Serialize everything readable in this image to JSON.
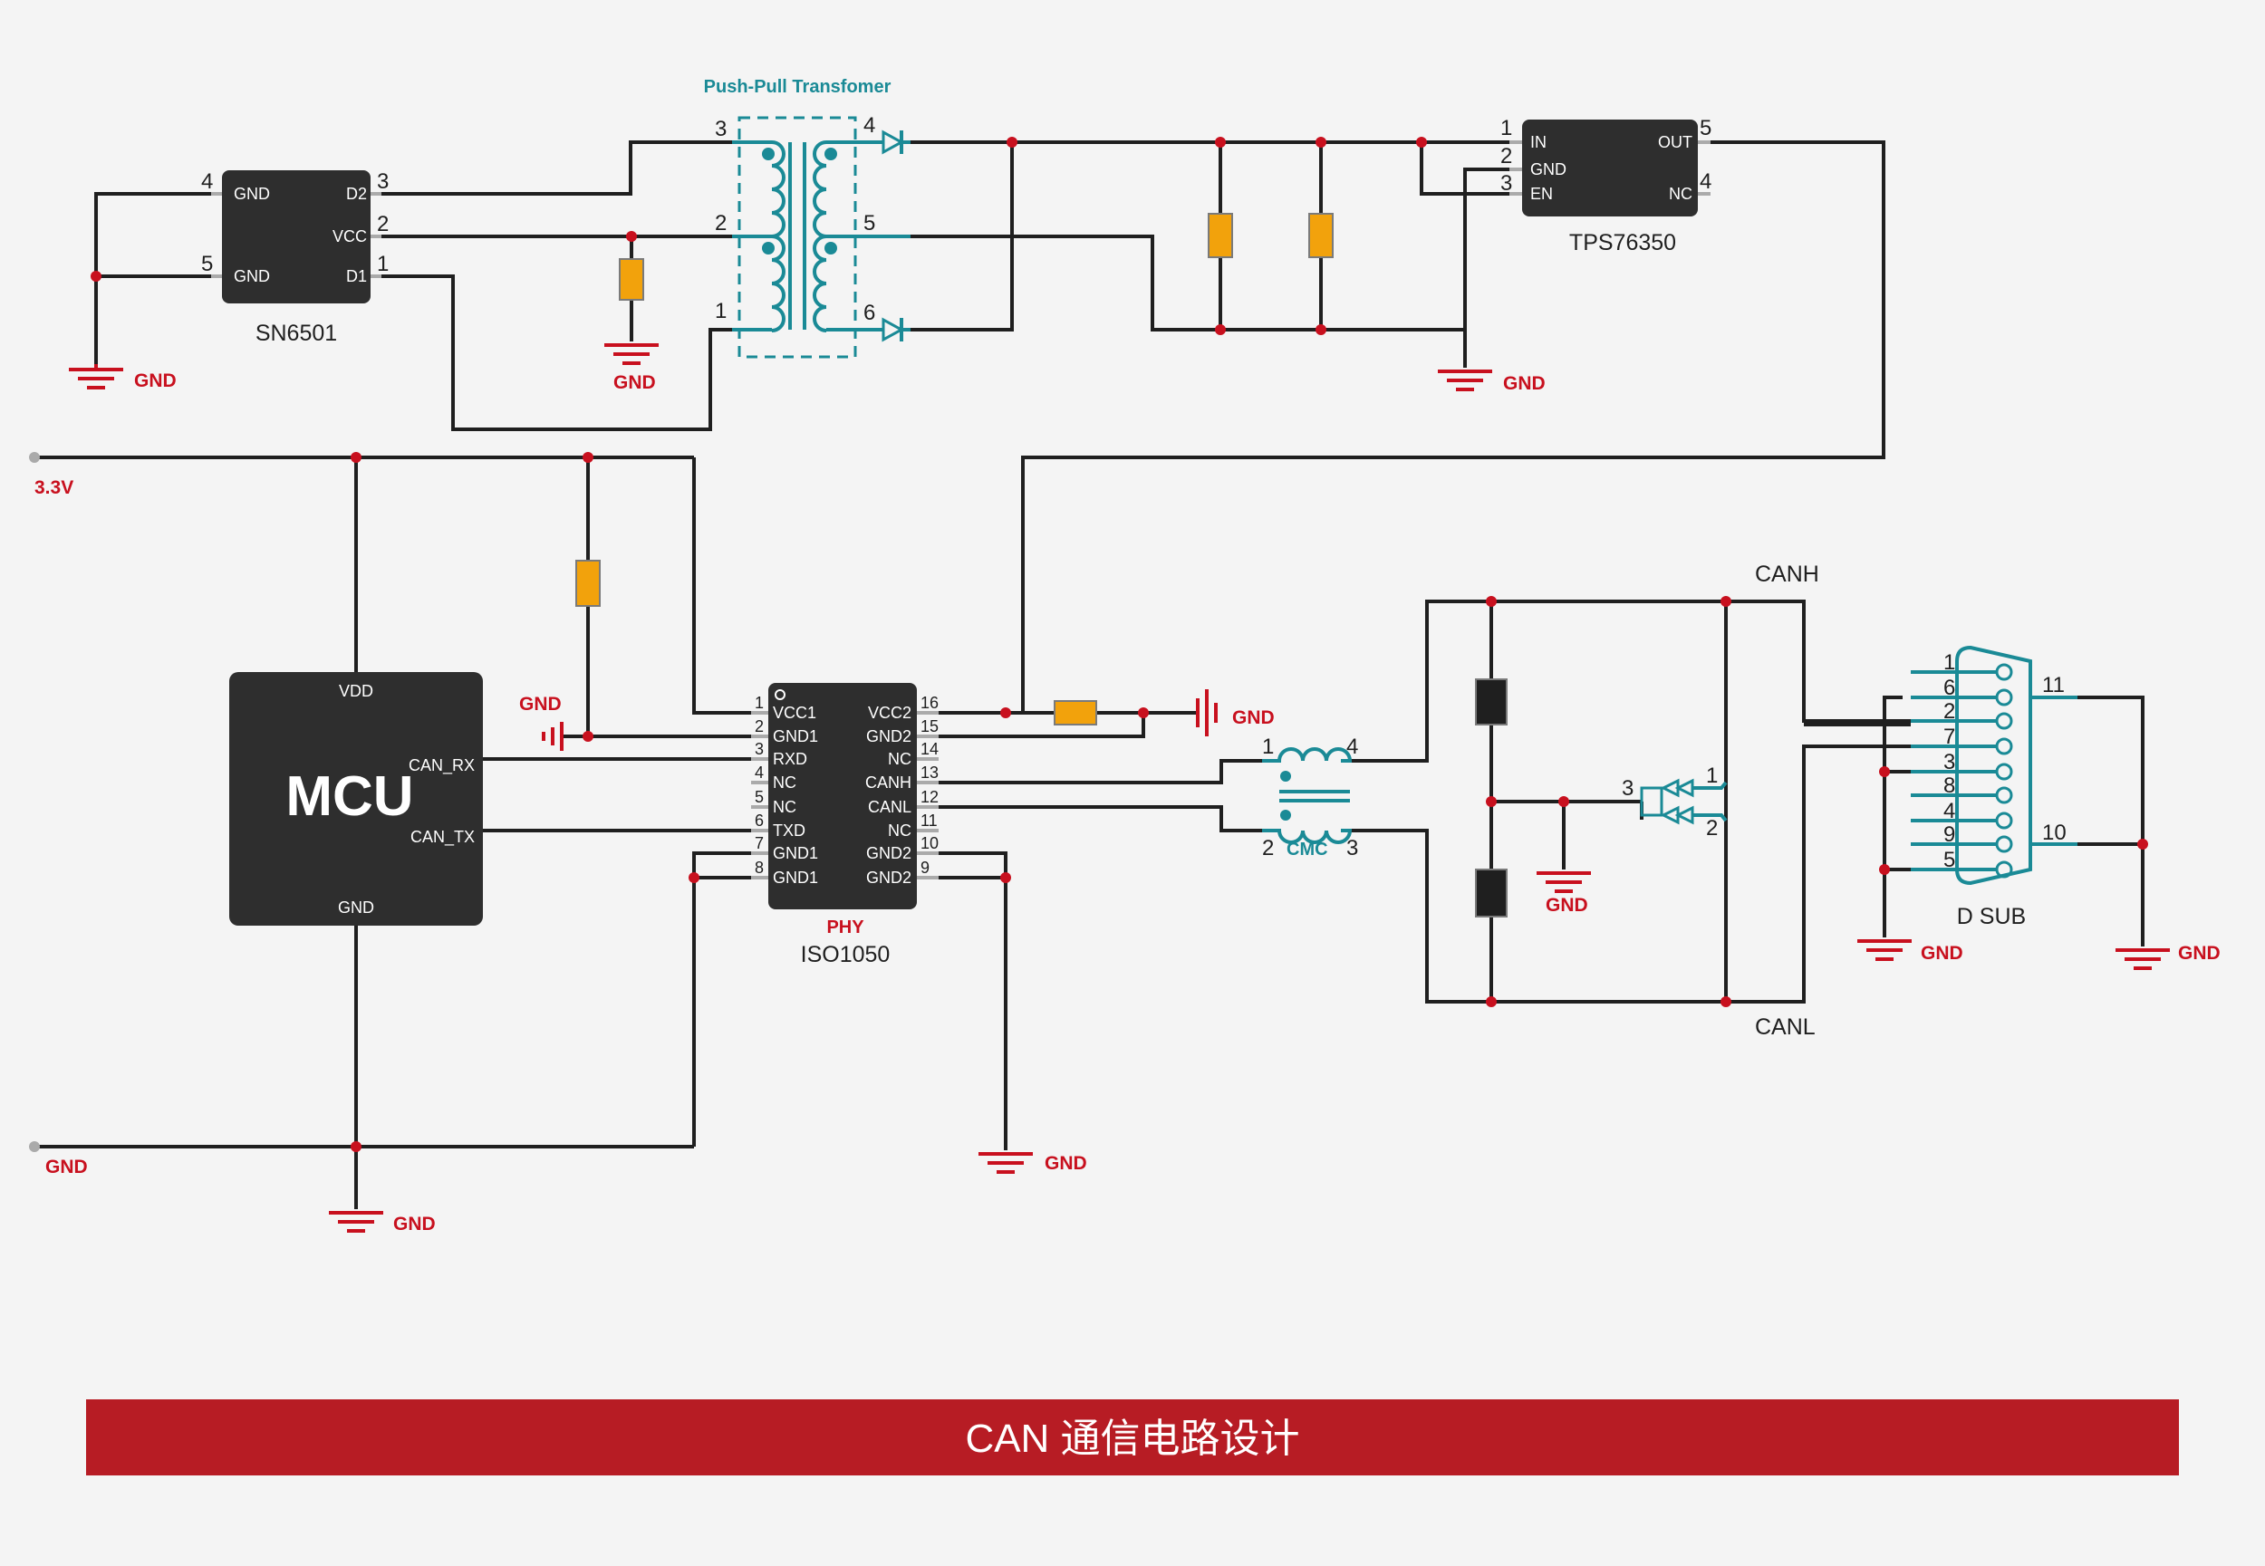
{
  "title": "CAN 通信电路设计",
  "colors": {
    "wire": "#1f1f1f",
    "node": "#c8101e",
    "teal": "#1a8a96",
    "chip": "#2e2e2e",
    "component": "#f2a20c",
    "banner": "#b71c24"
  },
  "net_labels": {
    "gnd": "GND",
    "v33": "3.3V",
    "canh": "CANH",
    "canl": "CANL"
  },
  "sn6501": {
    "name": "SN6501",
    "pins": {
      "gnd_a": "GND",
      "gnd_b": "GND",
      "vcc": "VCC",
      "d2": "D2",
      "d1": "D1"
    },
    "nums": [
      "4",
      "5",
      "3",
      "2",
      "1"
    ]
  },
  "transformer": {
    "name": "Push-Pull Transfomer",
    "nums": [
      "3",
      "2",
      "1",
      "4",
      "5",
      "6"
    ]
  },
  "tps": {
    "name": "TPS76350",
    "pins": {
      "in": "IN",
      "gnd": "GND",
      "en": "EN",
      "out": "OUT",
      "nc": "NC"
    },
    "nums": [
      "1",
      "2",
      "3",
      "5",
      "4"
    ]
  },
  "mcu": {
    "name": "MCU",
    "pins": {
      "vdd": "VDD",
      "can_rx": "CAN_RX",
      "can_tx": "CAN_TX",
      "gnd": "GND"
    }
  },
  "iso": {
    "name": "ISO1050",
    "tag": "PHY",
    "left": [
      {
        "num": "1",
        "label": "VCC1"
      },
      {
        "num": "2",
        "label": "GND1"
      },
      {
        "num": "3",
        "label": "RXD"
      },
      {
        "num": "4",
        "label": "NC"
      },
      {
        "num": "5",
        "label": "NC"
      },
      {
        "num": "6",
        "label": "TXD"
      },
      {
        "num": "7",
        "label": "GND1"
      },
      {
        "num": "8",
        "label": "GND1"
      }
    ],
    "right": [
      {
        "num": "16",
        "label": "VCC2"
      },
      {
        "num": "15",
        "label": "GND2"
      },
      {
        "num": "14",
        "label": "NC"
      },
      {
        "num": "13",
        "label": "CANH"
      },
      {
        "num": "12",
        "label": "CANL"
      },
      {
        "num": "11",
        "label": "NC"
      },
      {
        "num": "10",
        "label": "GND2"
      },
      {
        "num": "9",
        "label": "GND2"
      }
    ]
  },
  "cmc": {
    "name": "CMC",
    "nums": [
      "1",
      "4",
      "2",
      "3"
    ]
  },
  "tvs": {
    "nums": [
      "3",
      "1",
      "2"
    ]
  },
  "dsub": {
    "name": "D SUB",
    "pins": [
      "1",
      "6",
      "2",
      "7",
      "3",
      "8",
      "4",
      "9",
      "5"
    ],
    "shell": [
      "11",
      "10"
    ]
  }
}
